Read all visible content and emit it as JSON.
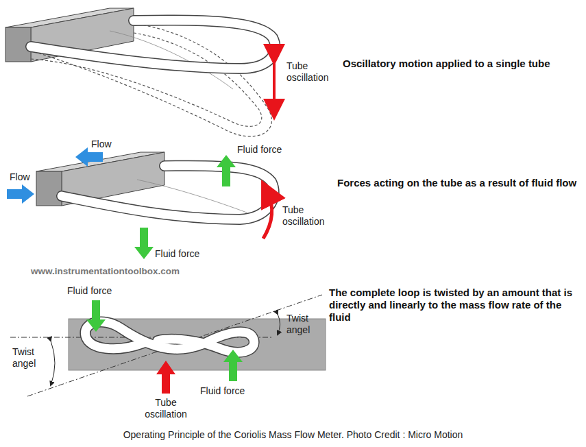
{
  "diagram": {
    "caption": "Operating Principle of the Coriolis Mass Flow Meter. Photo Credit : Micro Motion",
    "labels": [
      "Tube oscillation",
      "Oscillatory motion applied to a single tube",
      "Flow",
      "Flow",
      "Fluid force",
      "Tube oscillation",
      "Forces acting on the tube as a result of fluid flow",
      "Fluid force",
      "www.instrumentationtoolbox.com",
      "Fluid force",
      "Twist angel",
      "The complete loop is twisted by an amount that is directly and linearly to the mass flow rate of the fluid",
      "Twist angel",
      "Fluid force",
      "Tube oscillation"
    ]
  }
}
